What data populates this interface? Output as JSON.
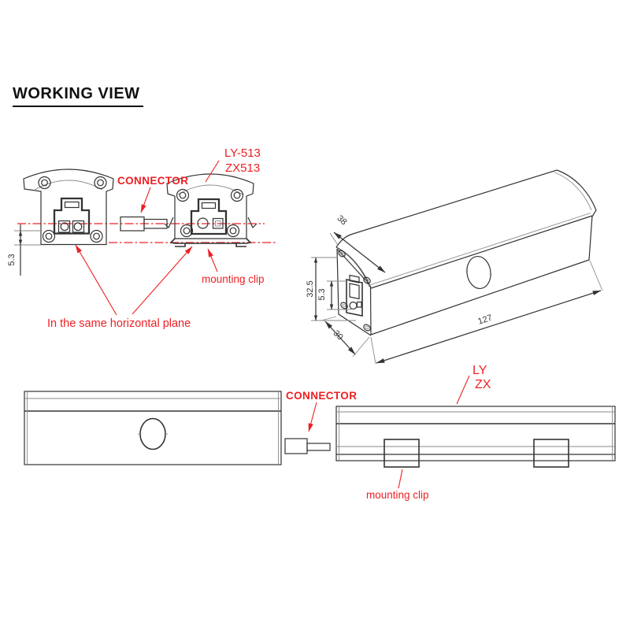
{
  "title": "WORKING VIEW",
  "front_view": {
    "connector": "CONNECTOR",
    "model_line1": "LY-513",
    "model_line2": "ZX513",
    "mounting_clip": "mounting clip",
    "plane_note": "In the same horizontal plane",
    "dim_offset": "5.3"
  },
  "iso_view": {
    "model_line1": "LY",
    "model_line2": "ZX",
    "dim_width": "38",
    "dim_height": "32.5",
    "dim_offset": "5.3",
    "dim_depth": "30",
    "dim_length": "127"
  },
  "side_view": {
    "connector": "CONNECTOR",
    "mounting_clip": "mounting clip"
  },
  "colors": {
    "annotation_red": "#ed2024",
    "line_black": "#333333",
    "background": "#ffffff"
  }
}
